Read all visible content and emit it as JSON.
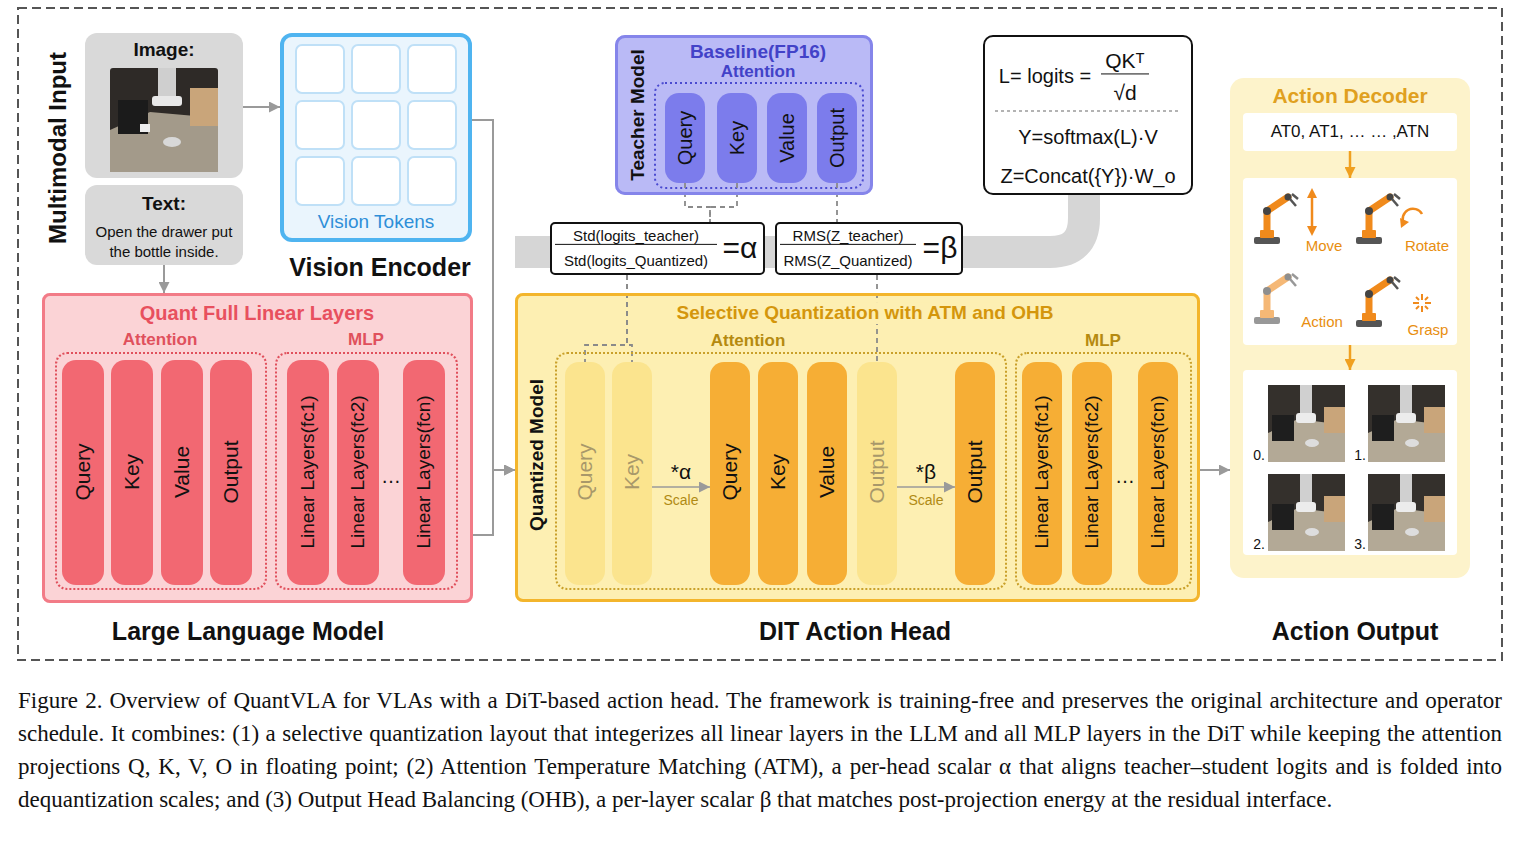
{
  "diagram": {
    "caption": "Figure 2. Overview of QuantVLA for VLAs with a DiT-based action head. The framework is training-free and preserves the original architecture and operator schedule. It combines: (1) a selective quantization layout that integerizes all linear layers in the LLM and all MLP layers in the DiT while keeping the attention projections Q, K, V, O in floating point; (2) Attention Temperature Matching (ATM), a per-head scalar α that aligns teacher–student logits and is folded into dequantization scales; and (3) Output Head Balancing (OHB), a per-layer scalar β that matches post-projection energy at the residual interface.",
    "nodes": [
      {
        "text": [
          "Image:"
        ]
      },
      {
        "text": [
          "Text:",
          "Open the drawer put the bottle inside."
        ]
      },
      {
        "text": [
          "Vision Tokens",
          "Vision Encoder"
        ]
      },
      {
        "text": [
          "Quant Full Linear Layers",
          "Large Language Model"
        ]
      },
      {
        "text": [
          "Attention"
        ],
        "in": 3
      },
      {
        "text": [
          "Query"
        ],
        "in": 4
      },
      {
        "text": [
          "Key"
        ],
        "in": 4
      },
      {
        "text": [
          "Value"
        ],
        "in": 4
      },
      {
        "text": [
          "Output"
        ],
        "in": 4
      },
      {
        "text": [
          "MLP"
        ],
        "in": 3
      },
      {
        "text": [
          "Linear Layers(fc1)"
        ],
        "in": 9
      },
      {
        "text": [
          "Linear Layers(fc2)"
        ],
        "in": 9
      },
      {
        "text": [
          "Linear Layers(fcn)"
        ],
        "in": 9
      },
      {
        "text": [
          "Teacher Model",
          "Baseline(FP16)",
          "Attention"
        ]
      },
      {
        "text": [
          "Query"
        ],
        "in": 13
      },
      {
        "text": [
          "Key"
        ],
        "in": 13
      },
      {
        "text": [
          "Value"
        ],
        "in": 13
      },
      {
        "text": [
          "Output"
        ],
        "in": 13
      },
      {
        "text": [
          "L= logits =",
          "QKᵀ",
          "√d",
          "Y=softmax(L)·V",
          "Z=Concat({Y})·W_o"
        ]
      },
      {
        "text": [
          "Std(logits_teacher)",
          "Std(logits_Quantized)",
          "=α"
        ]
      },
      {
        "text": [
          "RMS(Z_teacher)",
          "RMS(Z_Quantized)",
          "=β"
        ]
      },
      {
        "text": [
          "Selective Quantization with ATM and OHB",
          "Quantized Model",
          "DIT Action Head"
        ]
      },
      {
        "text": [
          "Attention"
        ],
        "in": 21
      },
      {
        "text": [
          "Query"
        ],
        "in": 22
      },
      {
        "text": [
          "Key"
        ],
        "in": 22
      },
      {
        "text": [
          "Query"
        ],
        "in": 22
      },
      {
        "text": [
          "Key"
        ],
        "in": 22
      },
      {
        "text": [
          "Value"
        ],
        "in": 22
      },
      {
        "text": [
          "Output"
        ],
        "in": 22
      },
      {
        "text": [
          "Output"
        ],
        "in": 22
      },
      {
        "text": [
          "MLP"
        ],
        "in": 21
      },
      {
        "text": [
          "Linear Layers(fc1)"
        ],
        "in": 30
      },
      {
        "text": [
          "Linear Layers(fc2)"
        ],
        "in": 30
      },
      {
        "text": [
          "Linear Layers(fcn)"
        ],
        "in": 30
      },
      {
        "text": [
          "Action Decoder",
          "Action Output"
        ]
      },
      {
        "text": [
          "AT0, AT1, … … ,ATN"
        ],
        "in": 34
      },
      {
        "text": [
          "Move",
          "Rotate",
          "Action",
          "Grasp"
        ],
        "in": 34
      },
      {
        "text": [
          "0.",
          "1.",
          "2.",
          "3."
        ],
        "in": 34
      }
    ],
    "edges": [
      {
        "from": 0,
        "to": 2,
        "arrow": "to"
      },
      {
        "from": 1,
        "to": 3,
        "arrow": "to"
      },
      {
        "from": 2,
        "to": 21,
        "arrow": "to"
      },
      {
        "from": 3,
        "to": 21,
        "arrow": "to"
      },
      {
        "from": 14,
        "to": 19,
        "arrow": "none"
      },
      {
        "from": 15,
        "to": 19,
        "arrow": "none"
      },
      {
        "from": 17,
        "to": 20,
        "arrow": "none"
      },
      {
        "from": 19,
        "to": 23,
        "arrow": "none"
      },
      {
        "from": 19,
        "to": 24,
        "arrow": "none"
      },
      {
        "from": 20,
        "to": 28,
        "arrow": "none"
      },
      {
        "from": 24,
        "to": 25,
        "arrow": "to",
        "label": "*α"
      },
      {
        "from": 28,
        "to": 29,
        "arrow": "to",
        "label": "*β"
      },
      {
        "from": 21,
        "to": 34,
        "arrow": "to"
      },
      {
        "from": 35,
        "to": 36,
        "arrow": "to"
      },
      {
        "from": 36,
        "to": 37,
        "arrow": "to"
      }
    ],
    "labels": [
      "Multimodal Input",
      "…",
      "Scale",
      "Scale",
      "…"
    ]
  }
}
